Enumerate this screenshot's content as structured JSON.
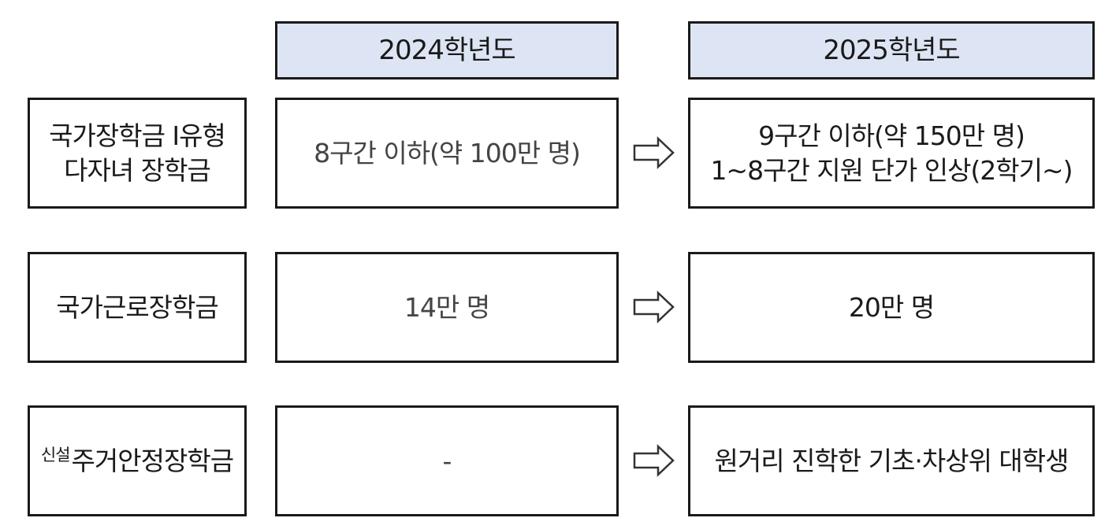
{
  "headers": {
    "year_2024": "2024학년도",
    "year_2025": "2025학년도"
  },
  "rows": [
    {
      "label_lines": [
        "국가장학금 Ⅰ유형",
        "다자녀 장학금"
      ],
      "value_2024": "8구간 이하(약 100만 명)",
      "value_2025_lines": [
        "9구간 이하(약 150만 명)",
        "1~8구간 지원 단가 인상(2학기~)"
      ]
    },
    {
      "label": "국가근로장학금",
      "value_2024": "14만 명",
      "value_2025": "20만 명"
    },
    {
      "tag": "신설",
      "label": "주거안정장학금",
      "value_2024": "-",
      "value_2025": "원거리 진학한 기초·차상위 대학생"
    }
  ],
  "colors": {
    "header_fill": "#dde5f4",
    "border": "#1a1a1a"
  },
  "icons": {
    "arrow": "right-arrow-icon"
  }
}
